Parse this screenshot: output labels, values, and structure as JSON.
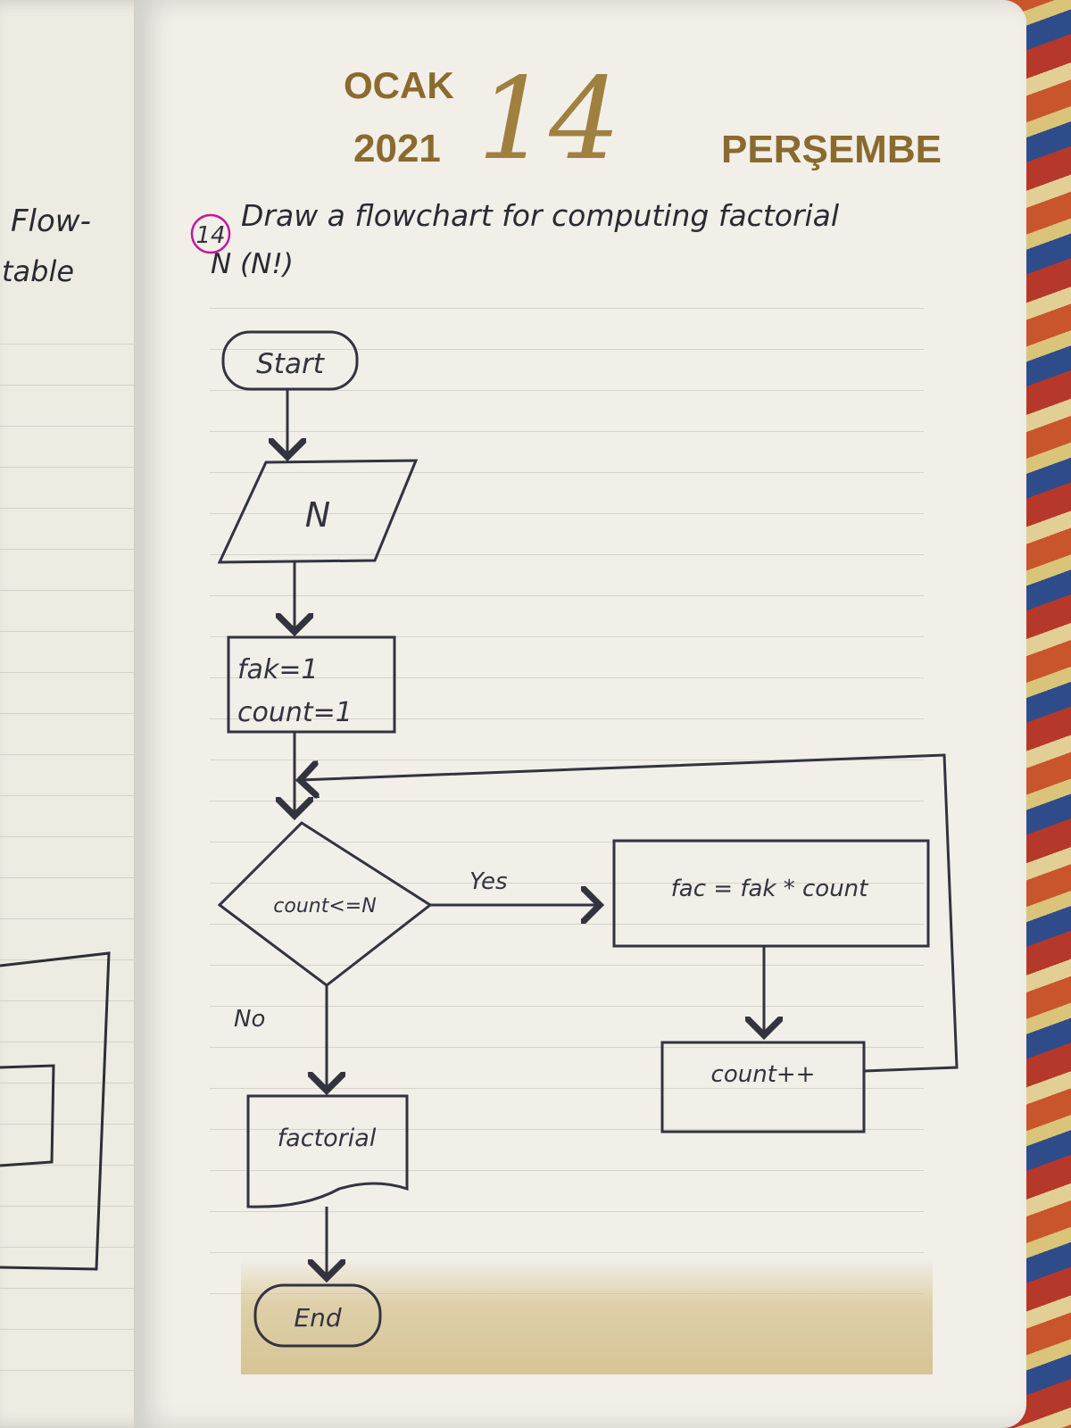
{
  "planner": {
    "month": "OCAK",
    "year": "2021",
    "day_number": "14",
    "weekday": "PERŞEMBE"
  },
  "left_page": {
    "note_line1": "Flow-",
    "note_line2": "table"
  },
  "exercise": {
    "number": "14",
    "prompt": "Draw a flowchart for computing factorial",
    "prompt_line2": "N (N!)"
  },
  "flowchart": {
    "start": "Start",
    "input": "N",
    "init_line1": "fak=1",
    "init_line2": "count=1",
    "condition": "count<=N",
    "yes_label": "Yes",
    "no_label": "No",
    "multiply": "fac = fak * count",
    "increment": "count++",
    "output": "factorial",
    "end": "End"
  },
  "colors": {
    "ink": "#333340",
    "header_gold": "#8a6a2e",
    "circle_magenta": "#c0189a",
    "page": "#f1efe8"
  }
}
